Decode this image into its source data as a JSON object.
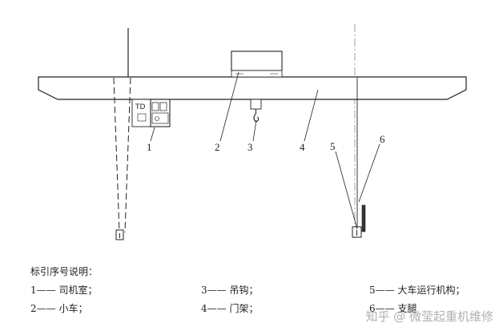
{
  "diagram": {
    "callouts": {
      "c1": "1",
      "c2": "2",
      "c3": "3",
      "c4": "4",
      "c5": "5",
      "c6": "6"
    }
  },
  "legend": {
    "title": "标引序号说明：",
    "items": [
      "1—— 司机室；",
      "2—— 小车；",
      "3—— 吊钩；",
      "4—— 门架；",
      "5—— 大车运行机构；",
      "6—— 支腿"
    ]
  },
  "watermark": "知乎 @ 微莹起重机维修"
}
